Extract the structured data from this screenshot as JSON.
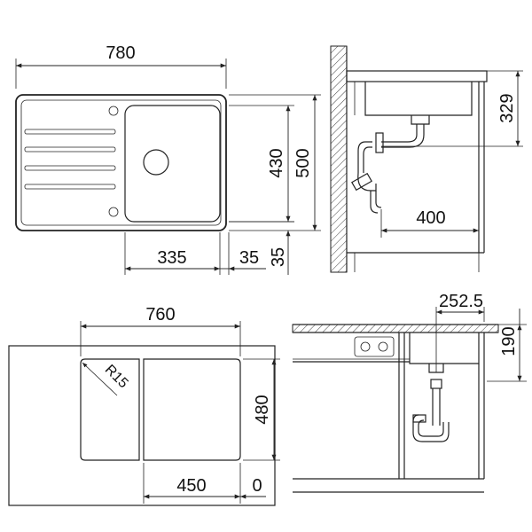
{
  "dimensions": {
    "top_width": "780",
    "top_height_inner": "430",
    "top_height_outer": "500",
    "bowl_width": "335",
    "gap_right": "35",
    "gap_bottom": "35",
    "side_height": "329",
    "side_depth": "400",
    "cutout_width": "760",
    "cutout_height": "480",
    "cutout_radius": "R15",
    "cutout_offset": "450",
    "cutout_zero": "0",
    "front_offset": "252.5",
    "front_height": "190"
  }
}
